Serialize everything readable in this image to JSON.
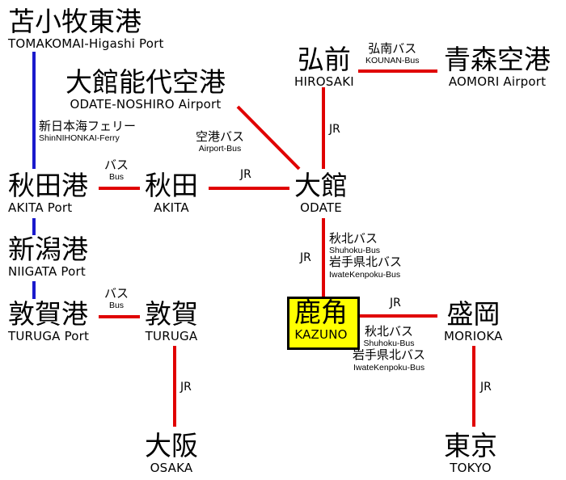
{
  "colors": {
    "rail": "#e00000",
    "ferry": "#1a1acc",
    "highlight": "#ffff00"
  },
  "stations": {
    "tomakomai": {
      "ja": "苫小牧東港",
      "en": "TOMAKOMAI-Higashi Port"
    },
    "odate_noshiro": {
      "ja": "大館能代空港",
      "en": "ODATE-NOSHIRO Airport"
    },
    "hirosaki": {
      "ja": "弘前",
      "en": "HIROSAKI"
    },
    "aomori": {
      "ja": "青森空港",
      "en": "AOMORI Airport"
    },
    "akita_port": {
      "ja": "秋田港",
      "en": "AKITA Port"
    },
    "akita": {
      "ja": "秋田",
      "en": "AKITA"
    },
    "odate": {
      "ja": "大館",
      "en": "ODATE"
    },
    "niigata": {
      "ja": "新潟港",
      "en": "NIIGATA Port"
    },
    "turuga_port": {
      "ja": "敦賀港",
      "en": "TURUGA Port"
    },
    "turuga": {
      "ja": "敦賀",
      "en": "TURUGA"
    },
    "kazuno": {
      "ja": "鹿角",
      "en": "KAZUNO"
    },
    "morioka": {
      "ja": "盛岡",
      "en": "MORIOKA"
    },
    "osaka": {
      "ja": "大阪",
      "en": "OSAKA"
    },
    "tokyo": {
      "ja": "東京",
      "en": "TOKYO"
    }
  },
  "routes": {
    "ferry": {
      "ja": "新日本海フェリー",
      "en": "ShinNIHONKAI-Ferry"
    },
    "airport_bus": {
      "ja": "空港バス",
      "en": "Airport-Bus"
    },
    "kounan_bus": {
      "ja": "弘南バス",
      "en": "KOUNAN-Bus"
    },
    "bus_akita": {
      "ja": "バス",
      "en": "Bus"
    },
    "bus_turuga": {
      "ja": "バス",
      "en": "Bus"
    },
    "jr": "JR",
    "odate_kazuno_bus": {
      "ja1": "秋北バス",
      "en1": "Shuhoku-Bus",
      "ja2": "岩手県北バス",
      "en2": "IwateKenpoku-Bus"
    },
    "kazuno_morioka_bus": {
      "ja1": "秋北バス",
      "en1": "Shuhoku-Bus",
      "ja2": "岩手県北バス",
      "en2": "IwateKenpoku-Bus"
    }
  }
}
